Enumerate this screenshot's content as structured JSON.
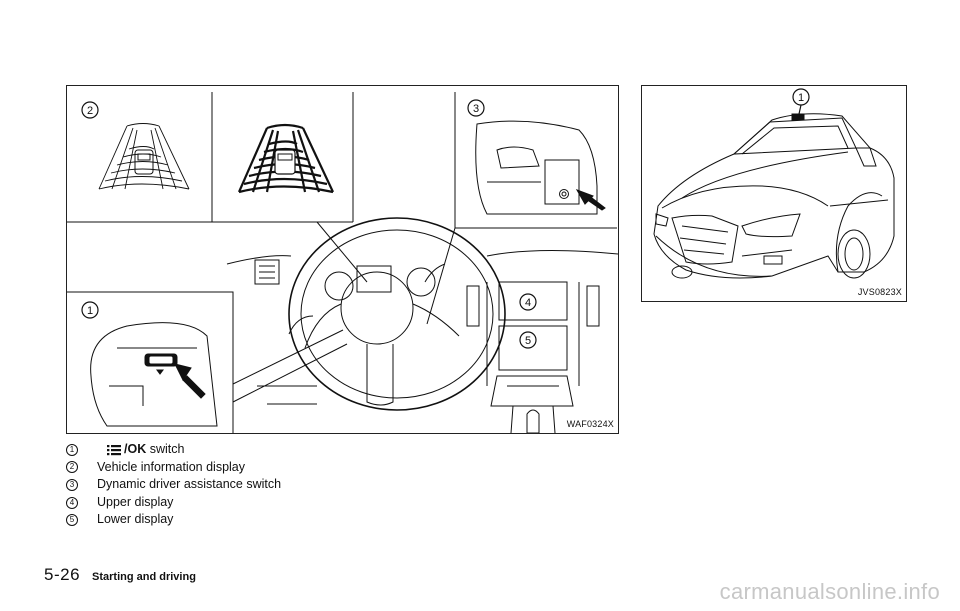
{
  "figures": {
    "left_code": "WAF0324X",
    "right_code": "JVS0823X",
    "callouts": [
      "1",
      "2",
      "3",
      "4",
      "5"
    ]
  },
  "legend": {
    "items": [
      {
        "num": "1",
        "icon": "list-menu-icon",
        "prefix": "/OK",
        "text": " switch"
      },
      {
        "num": "2",
        "text": "Vehicle information display"
      },
      {
        "num": "3",
        "text": "Dynamic driver assistance switch"
      },
      {
        "num": "4",
        "text": "Upper display"
      },
      {
        "num": "5",
        "text": "Lower display"
      }
    ]
  },
  "footer": {
    "page_number": "5-26",
    "section_title": "Starting and driving"
  },
  "watermark": "carmanualsonline.info"
}
